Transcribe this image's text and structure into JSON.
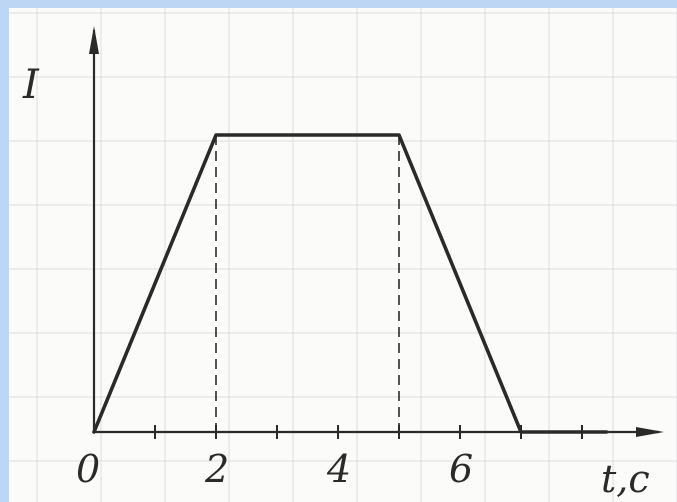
{
  "chart_data": {
    "type": "line",
    "ylabel": "I",
    "xlabel": "t,c",
    "x": [
      0,
      2,
      5,
      7,
      8.4
    ],
    "values": [
      0,
      1,
      1,
      0,
      0
    ],
    "xticks": [
      0,
      2,
      4,
      6
    ],
    "xtick_labels": [
      "0",
      "2",
      "4",
      "6"
    ],
    "xlim": [
      0,
      9.5
    ],
    "ylim": [
      0,
      1.25
    ],
    "dashed_guides_at_x": [
      2,
      5
    ],
    "grid": true,
    "colors": {
      "line": "#2a2a2a",
      "grid": "#dedede",
      "background": "#fbfbf9",
      "border": "#bcd6f4"
    }
  }
}
